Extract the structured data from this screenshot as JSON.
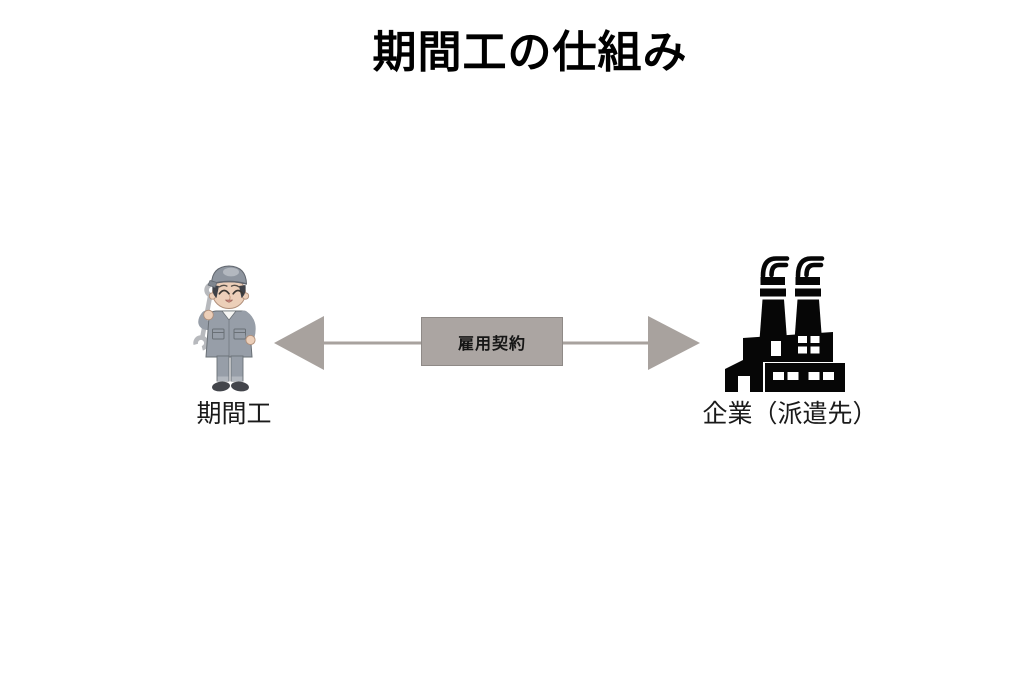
{
  "title": "期間工の仕組み",
  "diagram": {
    "worker": {
      "label": "期間工",
      "icon": "worker-illustration"
    },
    "company": {
      "label": "企業（派遣先）",
      "icon": "factory-icon"
    },
    "relationship": {
      "label": "雇用契約",
      "connector": "double-headed-arrow"
    }
  },
  "colors": {
    "background": "#ffffff",
    "title_text": "#000000",
    "label_text": "#1a1a1a",
    "arrow_gray": "#a8a29e",
    "contract_box_bg": "#aba5a2",
    "contract_box_border": "#8f8a87",
    "factory_black": "#060606",
    "worker_uniform": "#979ea8"
  }
}
